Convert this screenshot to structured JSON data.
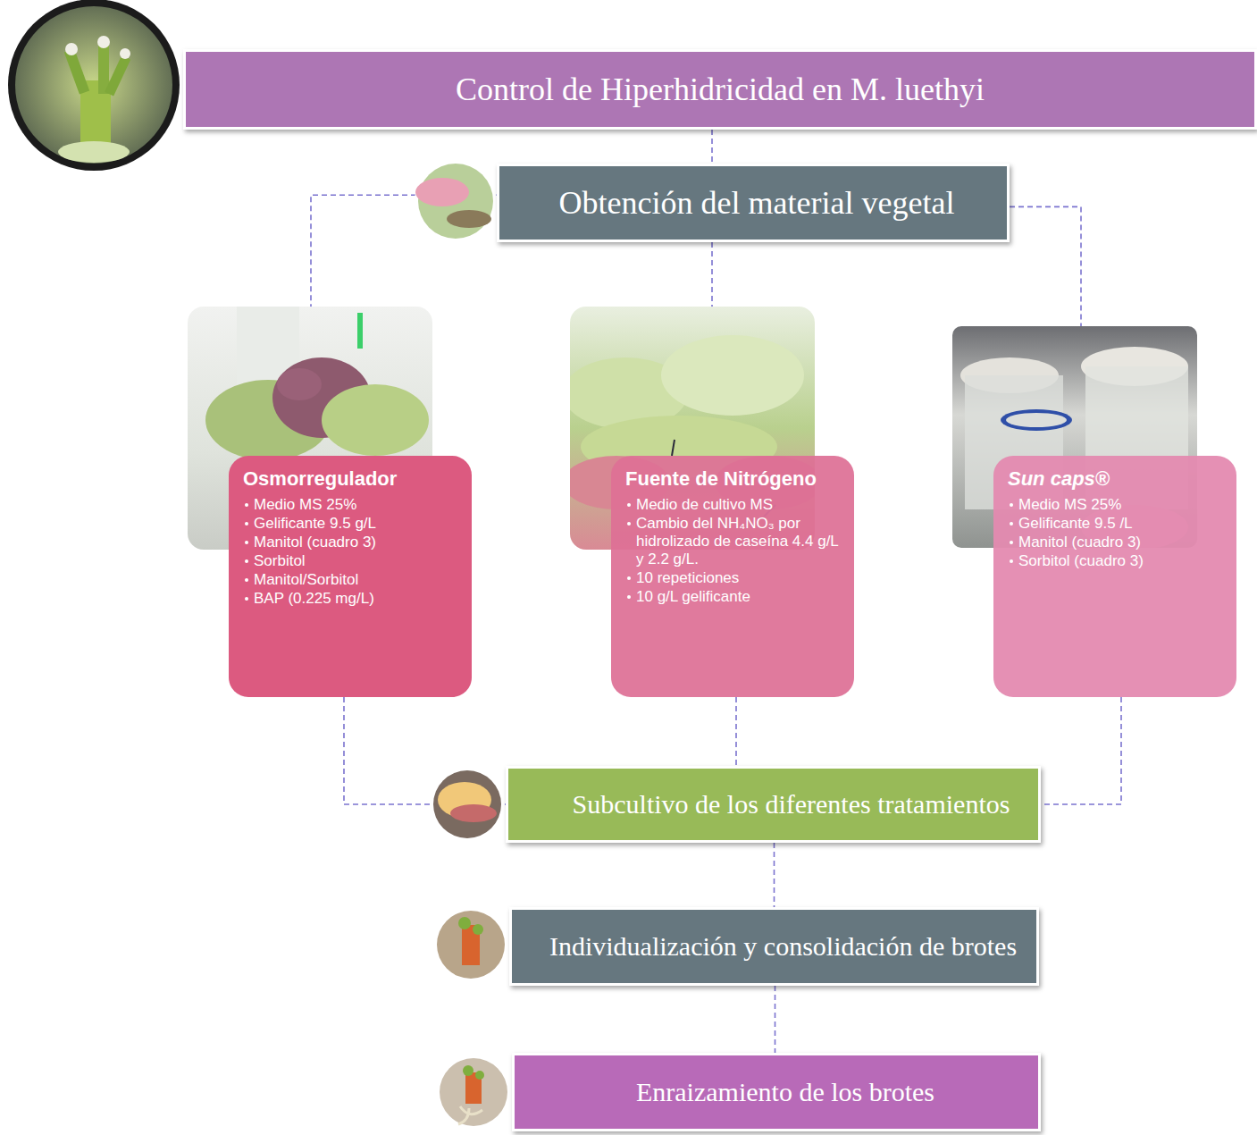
{
  "diagram": {
    "nodes": [
      {
        "text": [
          "Control de Hiperhidricidad en M. luethyi"
        ]
      },
      {
        "text": [
          "Obtención del material vegetal"
        ]
      },
      {
        "text": [
          "Osmorregulador",
          "Medio MS 25%",
          "Gelificante 9.5 g/L",
          "Manitol (cuadro 3)",
          "Sorbitol",
          "Manitol/Sorbitol",
          "BAP (0.225 mg/L)"
        ]
      },
      {
        "text": [
          "Fuente de Nitrógeno",
          "Medio de cultivo MS",
          "Cambio del NH₄NO₃ por hidrolizado de caseína 4.4 g/L y 2.2 g/L.",
          "10 repeticiones",
          "10 g/L gelificante"
        ]
      },
      {
        "text": [
          "Sun caps®",
          "Medio MS 25%",
          "Gelificante 9.5 /L",
          "Manitol (cuadro 3)",
          "Sorbitol (cuadro 3)"
        ]
      },
      {
        "text": [
          "Subcultivo de los diferentes tratamientos"
        ]
      },
      {
        "text": [
          "Individualización y consolidación de brotes"
        ]
      },
      {
        "text": [
          "Enraizamiento de los brotes"
        ]
      }
    ],
    "edges": [
      {
        "from": 0,
        "to": 1,
        "arrow": "none"
      },
      {
        "from": 1,
        "to": 2,
        "arrow": "none"
      },
      {
        "from": 1,
        "to": 3,
        "arrow": "none"
      },
      {
        "from": 1,
        "to": 4,
        "arrow": "none"
      },
      {
        "from": 2,
        "to": 5,
        "arrow": "none"
      },
      {
        "from": 3,
        "to": 5,
        "arrow": "none"
      },
      {
        "from": 4,
        "to": 5,
        "arrow": "none"
      },
      {
        "from": 5,
        "to": 6,
        "arrow": "none"
      },
      {
        "from": 6,
        "to": 7,
        "arrow": "none"
      }
    ]
  }
}
